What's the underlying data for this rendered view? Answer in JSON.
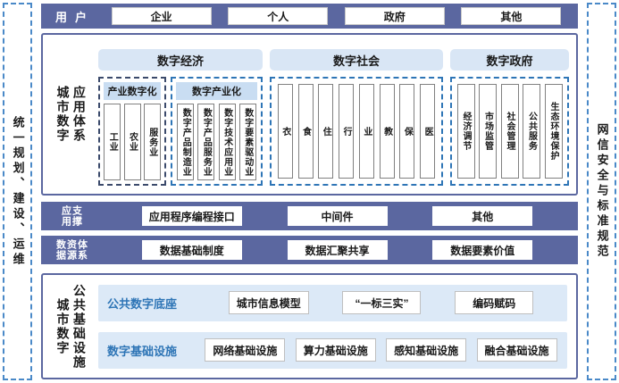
{
  "colors": {
    "bar_purple": "#5b67a0",
    "panel_border": "#5b67a0",
    "section_header_bg": "#d9e6f5",
    "subgroup_header_bg": "#c9ddf2",
    "dashed_blue": "#2e75b6",
    "dashed_dark": "#3b4a6b",
    "infra_row_bg": "#dce9f7",
    "infra_title_text": "#2e75b6",
    "sidebar_dash_blue": "#4a89c8"
  },
  "left_sidebar": {
    "label": "统一规划、建设、运维"
  },
  "right_sidebar": {
    "label": "网信安全与标准规范"
  },
  "user_bar": {
    "label": "用户",
    "items": [
      "企业",
      "个人",
      "政府",
      "其他"
    ]
  },
  "application_system": {
    "label_cols": [
      "城市数字",
      "应用体系"
    ],
    "sections": [
      {
        "title": "数字经济",
        "groups": [
          {
            "title": "产业数字化",
            "items": [
              "工业",
              "农业",
              "服务业"
            ]
          },
          {
            "title": "数字产业化",
            "items": [
              "数字产品制造业",
              "数字产品服务业",
              "数字技术应用业",
              "数字要素驱动业"
            ]
          }
        ]
      },
      {
        "title": "数字社会",
        "items": [
          "衣",
          "食",
          "住",
          "行",
          "业",
          "教",
          "保",
          "医"
        ]
      },
      {
        "title": "数字政府",
        "items": [
          "经济调节",
          "市场监管",
          "社会管理",
          "公共服务",
          "生态环境保护"
        ]
      }
    ]
  },
  "support_bar": {
    "label": "应用支撑",
    "label_cols": [
      "应用",
      "支撑"
    ],
    "items": [
      "应用程序编程接口",
      "中间件",
      "其他"
    ]
  },
  "data_bar": {
    "label": "数据资源体系",
    "label_cols": [
      "数据",
      "资源",
      "体系"
    ],
    "items": [
      "数据基础制度",
      "数据汇聚共享",
      "数据要素价值"
    ]
  },
  "infrastructure": {
    "label_cols": [
      "城市数字",
      "公共基础设施"
    ],
    "rows": [
      {
        "title": "公共数字底座",
        "items": [
          "城市信息模型",
          "“一标三实”",
          "编码赋码"
        ]
      },
      {
        "title": "数字基础设施",
        "items": [
          "网络基础设施",
          "算力基础设施",
          "感知基础设施",
          "融合基础设施"
        ]
      }
    ]
  }
}
